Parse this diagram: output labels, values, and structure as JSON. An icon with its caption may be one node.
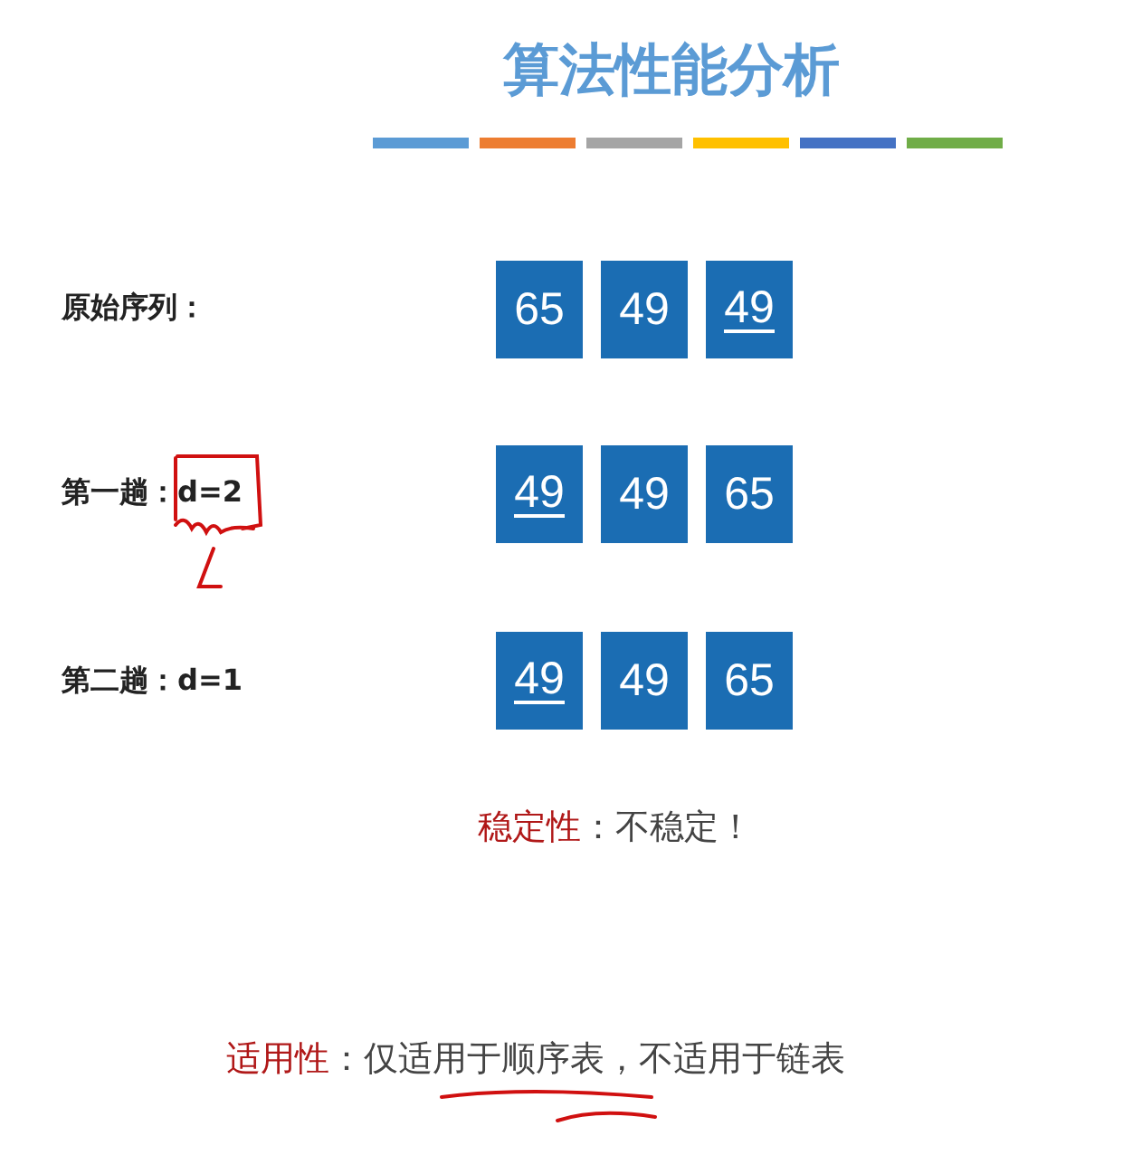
{
  "diagram": {
    "title": "算法性能分析",
    "nodes": [
      {
        "text": [
          "65"
        ]
      },
      {
        "text": [
          "49"
        ]
      },
      {
        "text": [
          "49"
        ]
      },
      {
        "text": [
          "49"
        ]
      },
      {
        "text": [
          "49"
        ]
      },
      {
        "text": [
          "65"
        ]
      },
      {
        "text": [
          "49"
        ]
      },
      {
        "text": [
          "49"
        ]
      },
      {
        "text": [
          "65"
        ]
      }
    ],
    "labels": [
      "原始序列：",
      "第一趟：d=2",
      "第二趟：d=1",
      "稳定性",
      "：不稳定！",
      "适用性",
      "：仅适用于顺序表，不适用于链表"
    ]
  }
}
